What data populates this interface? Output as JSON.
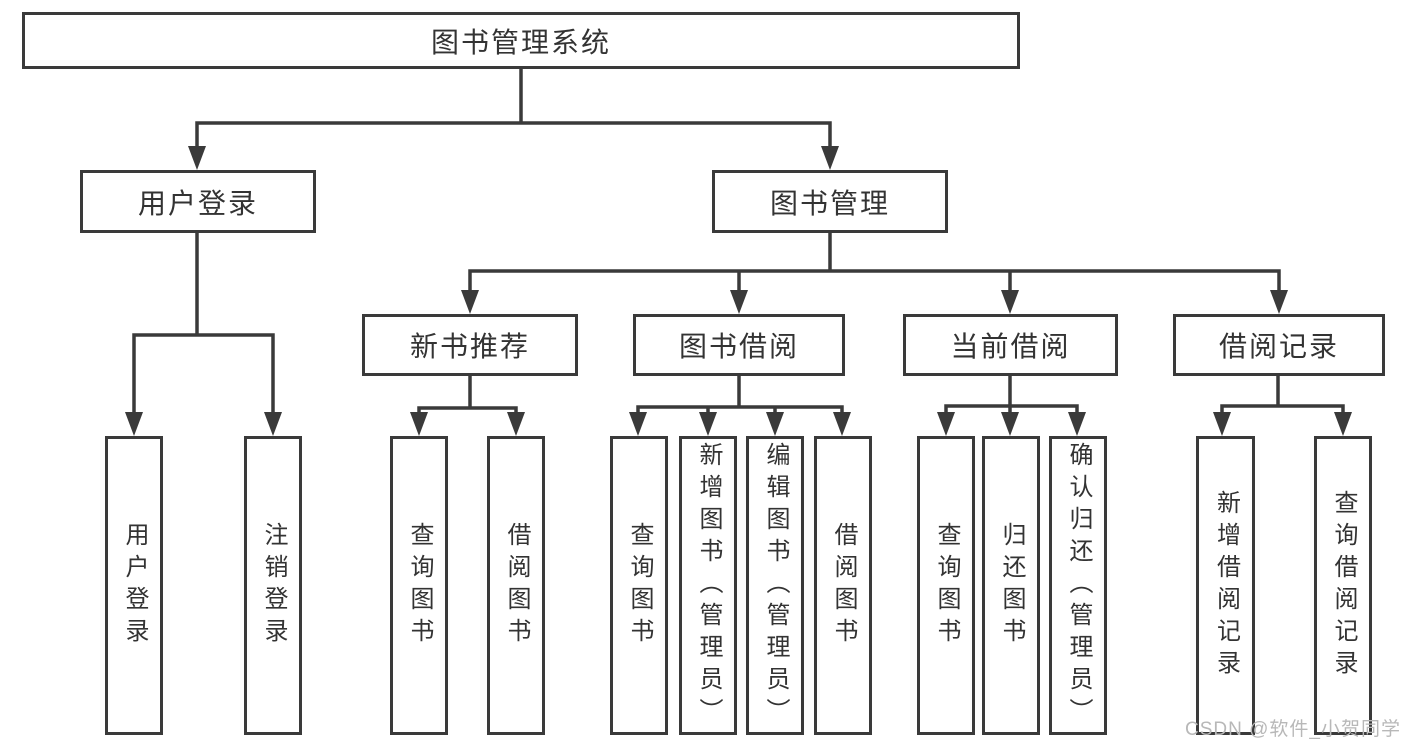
{
  "diagram": {
    "root": {
      "label": "图书管理系统"
    },
    "branches": [
      {
        "label": "用户登录",
        "children": [
          {
            "label": "用户登录"
          },
          {
            "label": "注销登录"
          }
        ]
      },
      {
        "label": "图书管理",
        "groups": [
          {
            "label": "新书推荐",
            "children": [
              {
                "label": "查询图书"
              },
              {
                "label": "借阅图书"
              }
            ]
          },
          {
            "label": "图书借阅",
            "children": [
              {
                "label": "查询图书"
              },
              {
                "label": "新增图书（管理员）"
              },
              {
                "label": "编辑图书（管理员）"
              },
              {
                "label": "借阅图书"
              }
            ]
          },
          {
            "label": "当前借阅",
            "children": [
              {
                "label": "查询图书"
              },
              {
                "label": "归还图书"
              },
              {
                "label": "确认归还（管理员）"
              }
            ]
          },
          {
            "label": "借阅记录",
            "children": [
              {
                "label": "新增借阅记录"
              },
              {
                "label": "查询借阅记录"
              }
            ]
          }
        ]
      }
    ]
  },
  "watermark": {
    "text": "CSDN @软件_小贺同学",
    "color": "#b8b8b8"
  },
  "colors": {
    "line": "#3a3a3a",
    "text": "#333333",
    "background": "#ffffff"
  }
}
